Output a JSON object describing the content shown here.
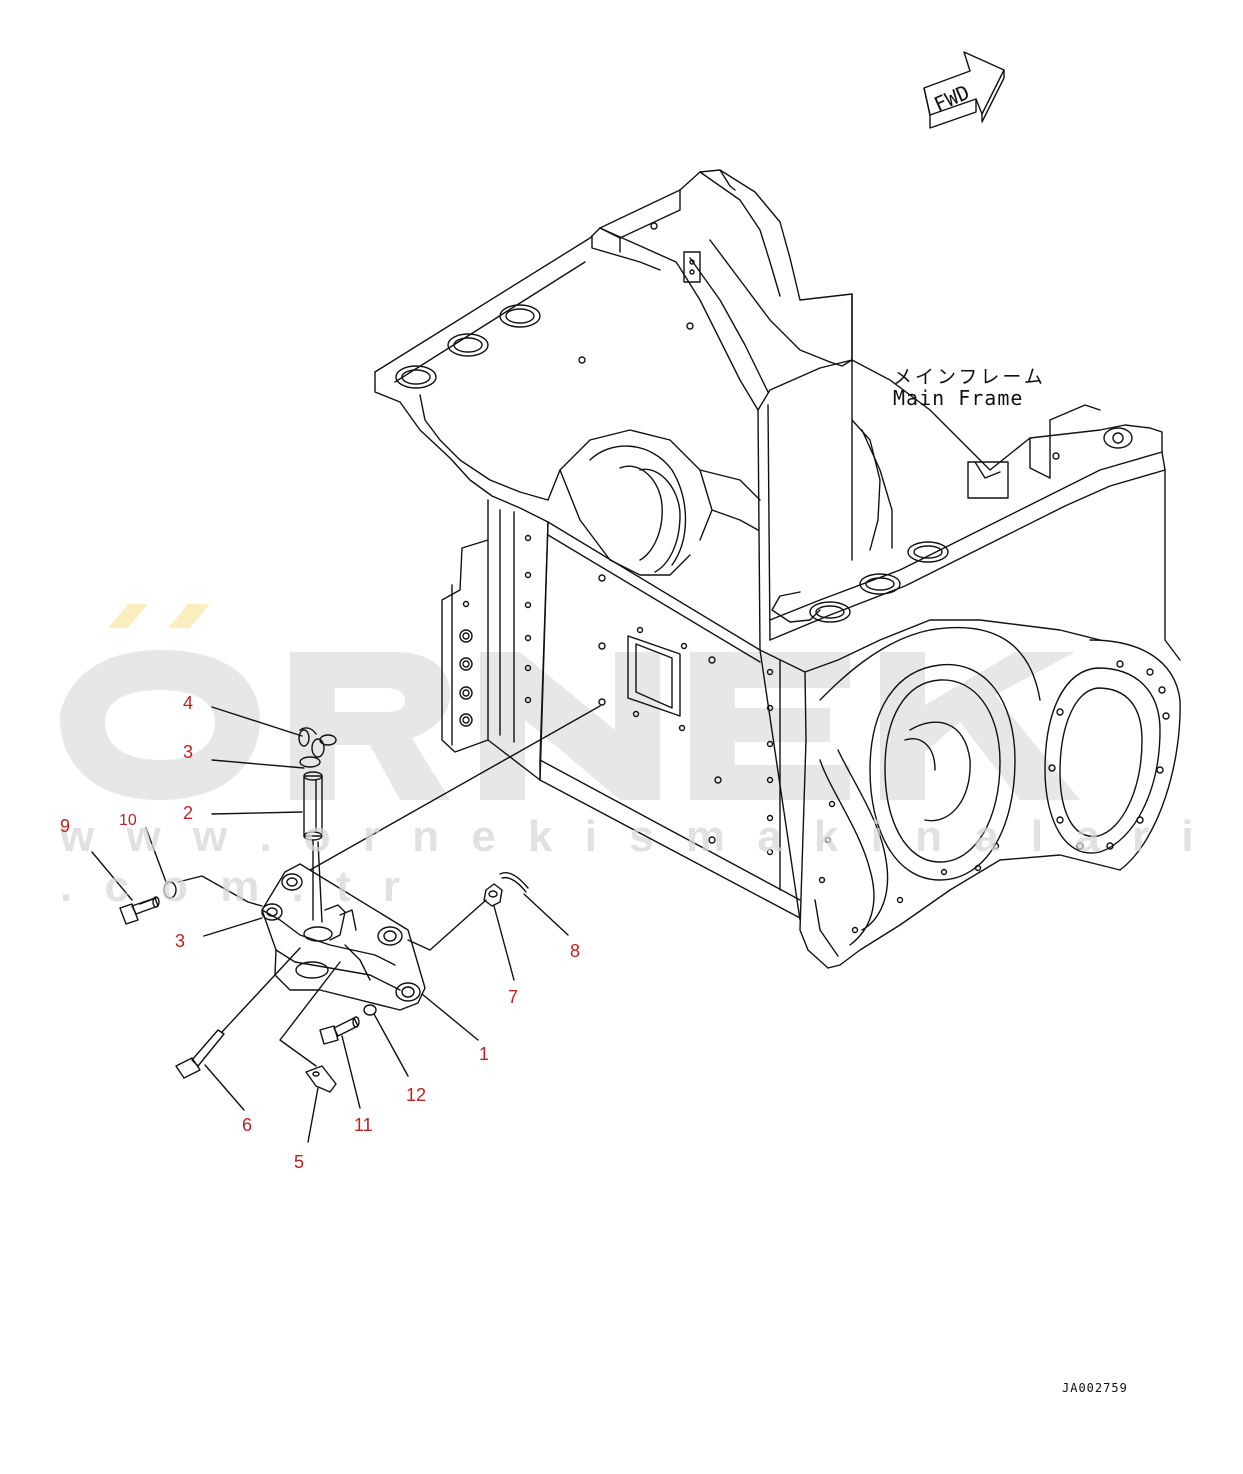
{
  "frame_label": {
    "japanese": "メインフレーム",
    "english": "Main Frame"
  },
  "fwd_label": "FWD",
  "drawing_number": "JA002759",
  "watermark": {
    "brand": "ÖRNEK",
    "url": "w w w . o r n e k i s m a k i n a l a r i . c o m . t r"
  },
  "callouts": [
    {
      "id": "c1",
      "text": "1"
    },
    {
      "id": "c2",
      "text": "2"
    },
    {
      "id": "c3a",
      "text": "3"
    },
    {
      "id": "c3b",
      "text": "3"
    },
    {
      "id": "c4",
      "text": "4"
    },
    {
      "id": "c5",
      "text": "5"
    },
    {
      "id": "c6",
      "text": "6"
    },
    {
      "id": "c7",
      "text": "7"
    },
    {
      "id": "c8",
      "text": "8"
    },
    {
      "id": "c9",
      "text": "9"
    },
    {
      "id": "c10",
      "text": "10"
    },
    {
      "id": "c11",
      "text": "11"
    },
    {
      "id": "c12",
      "text": "12"
    }
  ],
  "colors": {
    "line": "#111111",
    "callout": "#c0211e",
    "watermark_gray": "#d4d4d4",
    "watermark_yellow": "#f6e08a"
  }
}
